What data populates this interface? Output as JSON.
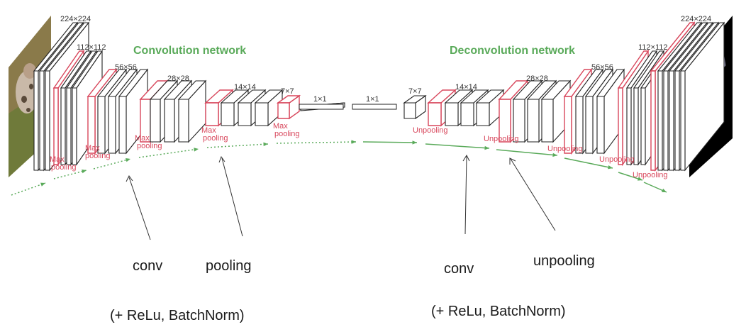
{
  "titles": {
    "conv_network": "Convolution network",
    "deconv_network": "Deconvolution network"
  },
  "sizes": {
    "s224_left": "224×224",
    "s112_left": "112×112",
    "s56_left": "56×56",
    "s28_left": "28×28",
    "s14_left": "14×14",
    "s7_left": "7×7",
    "s1_a": "1×1",
    "s1_b": "1×1",
    "s7_right": "7×7",
    "s14_right": "14×14",
    "s28_right": "28×28",
    "s56_right": "56×56",
    "s112_right": "112×112",
    "s224_right": "224×224"
  },
  "layer_labels": {
    "max": "Max",
    "pooling": "pooling",
    "unpooling": "Unpooling"
  },
  "captions": {
    "conv_left": "conv",
    "pooling": "pooling",
    "conv_right": "conv",
    "unpooling": "unpooling",
    "relu_left": "(+ ReLu, BatchNorm)",
    "relu_right": "(+ ReLu, BatchNorm)"
  },
  "colors": {
    "green": "#5aaa5a",
    "red": "#d8475c",
    "outline": "#222222"
  }
}
